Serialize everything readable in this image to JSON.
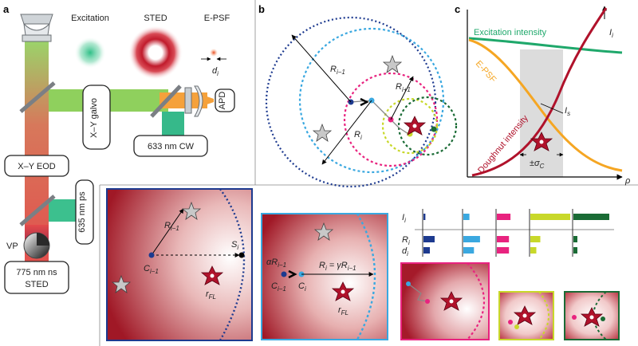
{
  "panels": {
    "a": "a",
    "b": "b",
    "c": "c"
  },
  "panel_a": {
    "psf_labels": {
      "excitation": "Excitation",
      "sted": "STED",
      "epsf": "E-PSF"
    },
    "d_label": "d",
    "d_sub": "i",
    "components": {
      "galvo": "X–Y galvo",
      "apd": "APD",
      "cw": "633 nm CW",
      "eod": "X–Y EOD",
      "ps": "635 nm ps",
      "vp": "VP",
      "sted_laser_line1": "775 nm ns",
      "sted_laser_line2": "STED"
    }
  },
  "panel_b": {
    "R_prev": "R",
    "R_prev_sub": "i−1",
    "R_next": "R",
    "R_next_sub": "i+1",
    "R_i": "R",
    "R_i_sub": "i"
  },
  "panel_c": {
    "excitation_label": "Excitation intensity",
    "epsf_label": "E-PSF",
    "doughnut_label": "Doughnut intensity",
    "I_axis": "I",
    "I_axis_sub": "i",
    "Is_label": "I",
    "Is_sub": "s",
    "sigma_label": "±σ",
    "sigma_sub": "C",
    "rho_label": "ρ",
    "colors": {
      "excitation": "#1fa86b",
      "epsf": "#f5a623",
      "doughnut": "#b0122b"
    }
  },
  "zoom_1": {
    "R_label": "R",
    "R_sub": "i−1",
    "S_label": "S",
    "S_sub": "i",
    "C_label": "C",
    "C_sub": "i−1",
    "r_label": "r",
    "r_sub": "FL"
  },
  "zoom_2": {
    "alpha_label": "αR",
    "alpha_sub": "i−1",
    "eq_label": "R",
    "eq_sub": "i",
    "eq_rest": " = γR",
    "eq_rest_sub": "i−1",
    "C_prev": "C",
    "C_prev_sub": "i−1",
    "C_cur": "C",
    "C_cur_sub": "i",
    "r_label": "r",
    "r_sub": "FL"
  },
  "legend_table": {
    "rows": [
      {
        "label": "I",
        "sub": "i"
      },
      {
        "label": "R",
        "sub": "i"
      },
      {
        "label": "d",
        "sub": "i"
      }
    ],
    "columns": [
      {
        "color": "#1d3a8f",
        "I": 0.06,
        "R": 0.35,
        "d": 0.2
      },
      {
        "color": "#3aa8e0",
        "I": 0.2,
        "R": 0.55,
        "d": 0.35
      },
      {
        "color": "#e8237f",
        "I": 0.45,
        "R": 0.4,
        "d": 0.4
      },
      {
        "color": "#c8d82a",
        "I": 1.0,
        "R": 0.25,
        "d": 0.15
      },
      {
        "color": "#1a6b35",
        "I": 0.9,
        "R": 0.1,
        "d": 0.1
      }
    ]
  }
}
